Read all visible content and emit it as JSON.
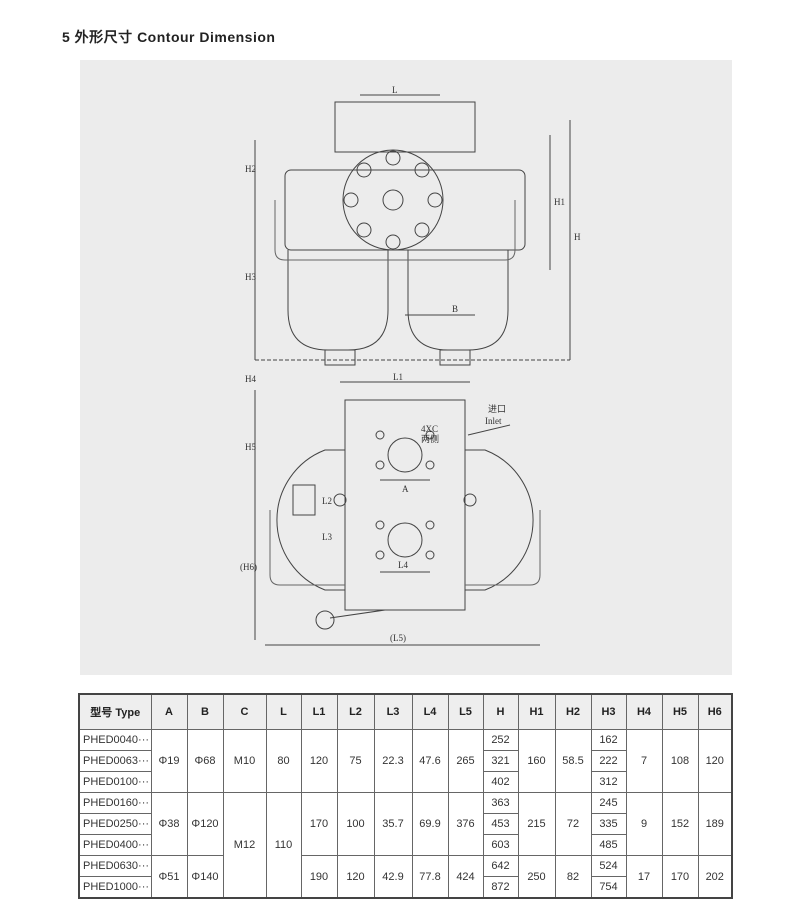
{
  "title": "5 外形尺寸 Contour Dimension",
  "drawing": {
    "labels": {
      "L": "L",
      "H2": "H2",
      "H1": "H1",
      "H": "H",
      "H3": "H3",
      "B": "B",
      "H4": "H4",
      "L1": "L1",
      "H5": "H5",
      "inlet_cn": "进口",
      "inlet_en": "Inlet",
      "holes": "4XC",
      "holes_cn": "两侧",
      "A": "A",
      "L2": "L2",
      "L3": "L3",
      "L4": "L4",
      "H6": "(H6)",
      "L5": "(L5)"
    }
  },
  "table": {
    "headers": [
      "型号 Type",
      "A",
      "B",
      "C",
      "L",
      "L1",
      "L2",
      "L3",
      "L4",
      "L5",
      "H",
      "H1",
      "H2",
      "H3",
      "H4",
      "H5",
      "H6"
    ],
    "types": [
      "PHED0040···",
      "PHED0063···",
      "PHED0100···",
      "PHED0160···",
      "PHED0250···",
      "PHED0400···",
      "PHED0630···",
      "PHED1000···"
    ],
    "H": [
      "252",
      "321",
      "402",
      "363",
      "453",
      "603",
      "642",
      "872"
    ],
    "H3": [
      "162",
      "222",
      "312",
      "245",
      "335",
      "485",
      "524",
      "754"
    ],
    "groups": [
      {
        "A": "Φ19",
        "B": "Φ68",
        "L1": "120",
        "L2": "75",
        "L3": "22.3",
        "L4": "47.6",
        "L5": "265",
        "H1": "160",
        "H2": "58.5",
        "H4": "7",
        "H5": "108",
        "H6": "120"
      },
      {
        "A": "Φ38",
        "B": "Φ120",
        "L1": "170",
        "L2": "100",
        "L3": "35.7",
        "L4": "69.9",
        "L5": "376",
        "H1": "215",
        "H2": "72",
        "H4": "9",
        "H5": "152",
        "H6": "189"
      },
      {
        "A": "Φ51",
        "B": "Φ140",
        "L1": "190",
        "L2": "120",
        "L3": "42.9",
        "L4": "77.8",
        "L5": "424",
        "H1": "250",
        "H2": "82",
        "H4": "17",
        "H5": "170",
        "H6": "202"
      }
    ],
    "C": [
      "M10",
      "M12"
    ],
    "L": [
      "80",
      "110"
    ]
  }
}
